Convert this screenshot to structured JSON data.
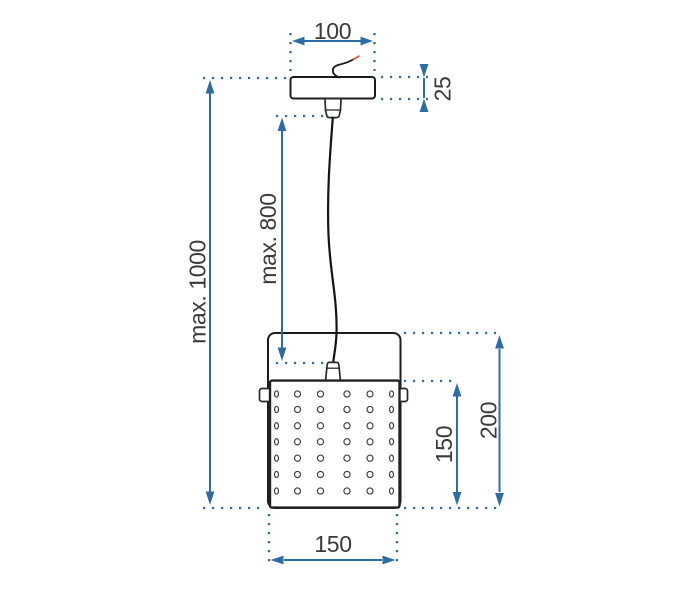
{
  "colors": {
    "dimension_blue": "#2e6ca6",
    "outline_dark": "#1d1d1d",
    "label_gray": "#3a3a3a",
    "wire_red": "#dd5a3c",
    "background": "#ffffff"
  },
  "lamp": {
    "perforation_grid": {
      "rows": 7,
      "cols": 6
    }
  },
  "dimensions": {
    "canopy_width": "100",
    "canopy_height": "25",
    "max_total_height": "max. 1000",
    "max_cable_drop": "max. 800",
    "shade_inner_height": "150",
    "shade_outer_height": "200",
    "shade_width": "150"
  }
}
